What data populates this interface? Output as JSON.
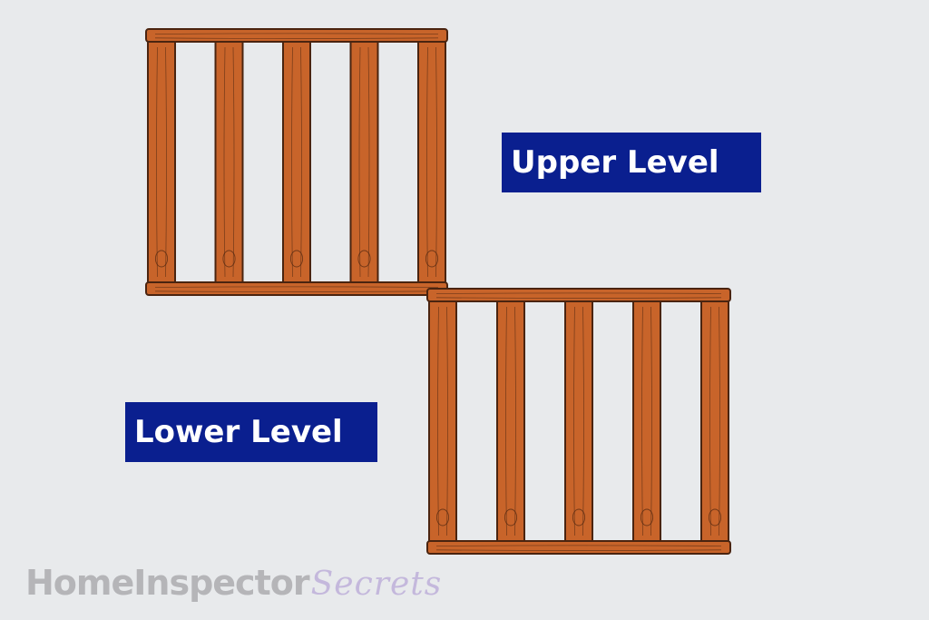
{
  "diagram": {
    "upper_label": "Upper Level",
    "lower_label": "Lower Level",
    "frames": [
      {
        "id": "upper-frame",
        "studs": 5
      },
      {
        "id": "lower-frame",
        "studs": 5
      }
    ],
    "colors": {
      "background": "#e8eaec",
      "wood_fill": "#c8642a",
      "wood_edge": "#4a2410",
      "label_bg": "#0a1f8f",
      "label_text": "#ffffff"
    }
  },
  "watermark": {
    "main": "HomeInspector",
    "accent": "Secrets"
  }
}
